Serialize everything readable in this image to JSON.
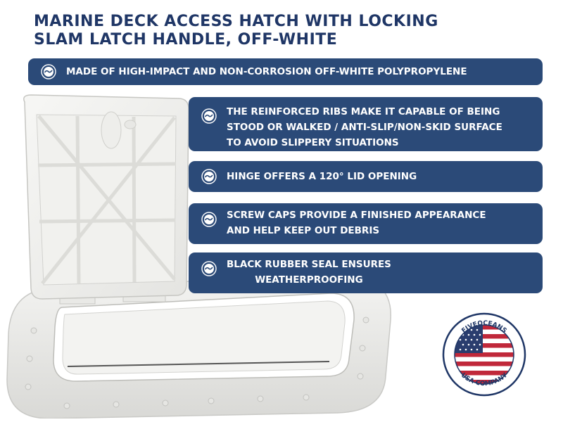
{
  "title": "MARINE DECK ACCESS HATCH WITH LOCKING\nSLAM LATCH HANDLE, OFF-WHITE",
  "features": [
    "MADE OF HIGH-IMPACT AND NON-CORROSION OFF-WHITE POLYPROPYLENE",
    "THE REINFORCED RIBS MAKE IT CAPABLE OF BEING\nSTOOD OR WALKED / ANTI-SLIP/NON-SKID SURFACE\nTO AVOID SLIPPERY SITUATIONS",
    "HINGE OFFERS A 120° LID OPENING",
    "SCREW CAPS PROVIDE A FINISHED APPEARANCE\nAND HELP KEEP OUT DEBRIS",
    "BLACK RUBBER SEAL ENSURES\nWEATHERPROOFING"
  ],
  "badge": {
    "top_text": "FIVEOCEANS",
    "bottom_text": "USA COMPANY"
  },
  "colors": {
    "title": "#1f3666",
    "bar": "#2b4a78",
    "bar_text": "#ffffff"
  },
  "icons": {
    "bullet": "fiveoceans-wave-icon",
    "flag": "us-flag-icon"
  }
}
